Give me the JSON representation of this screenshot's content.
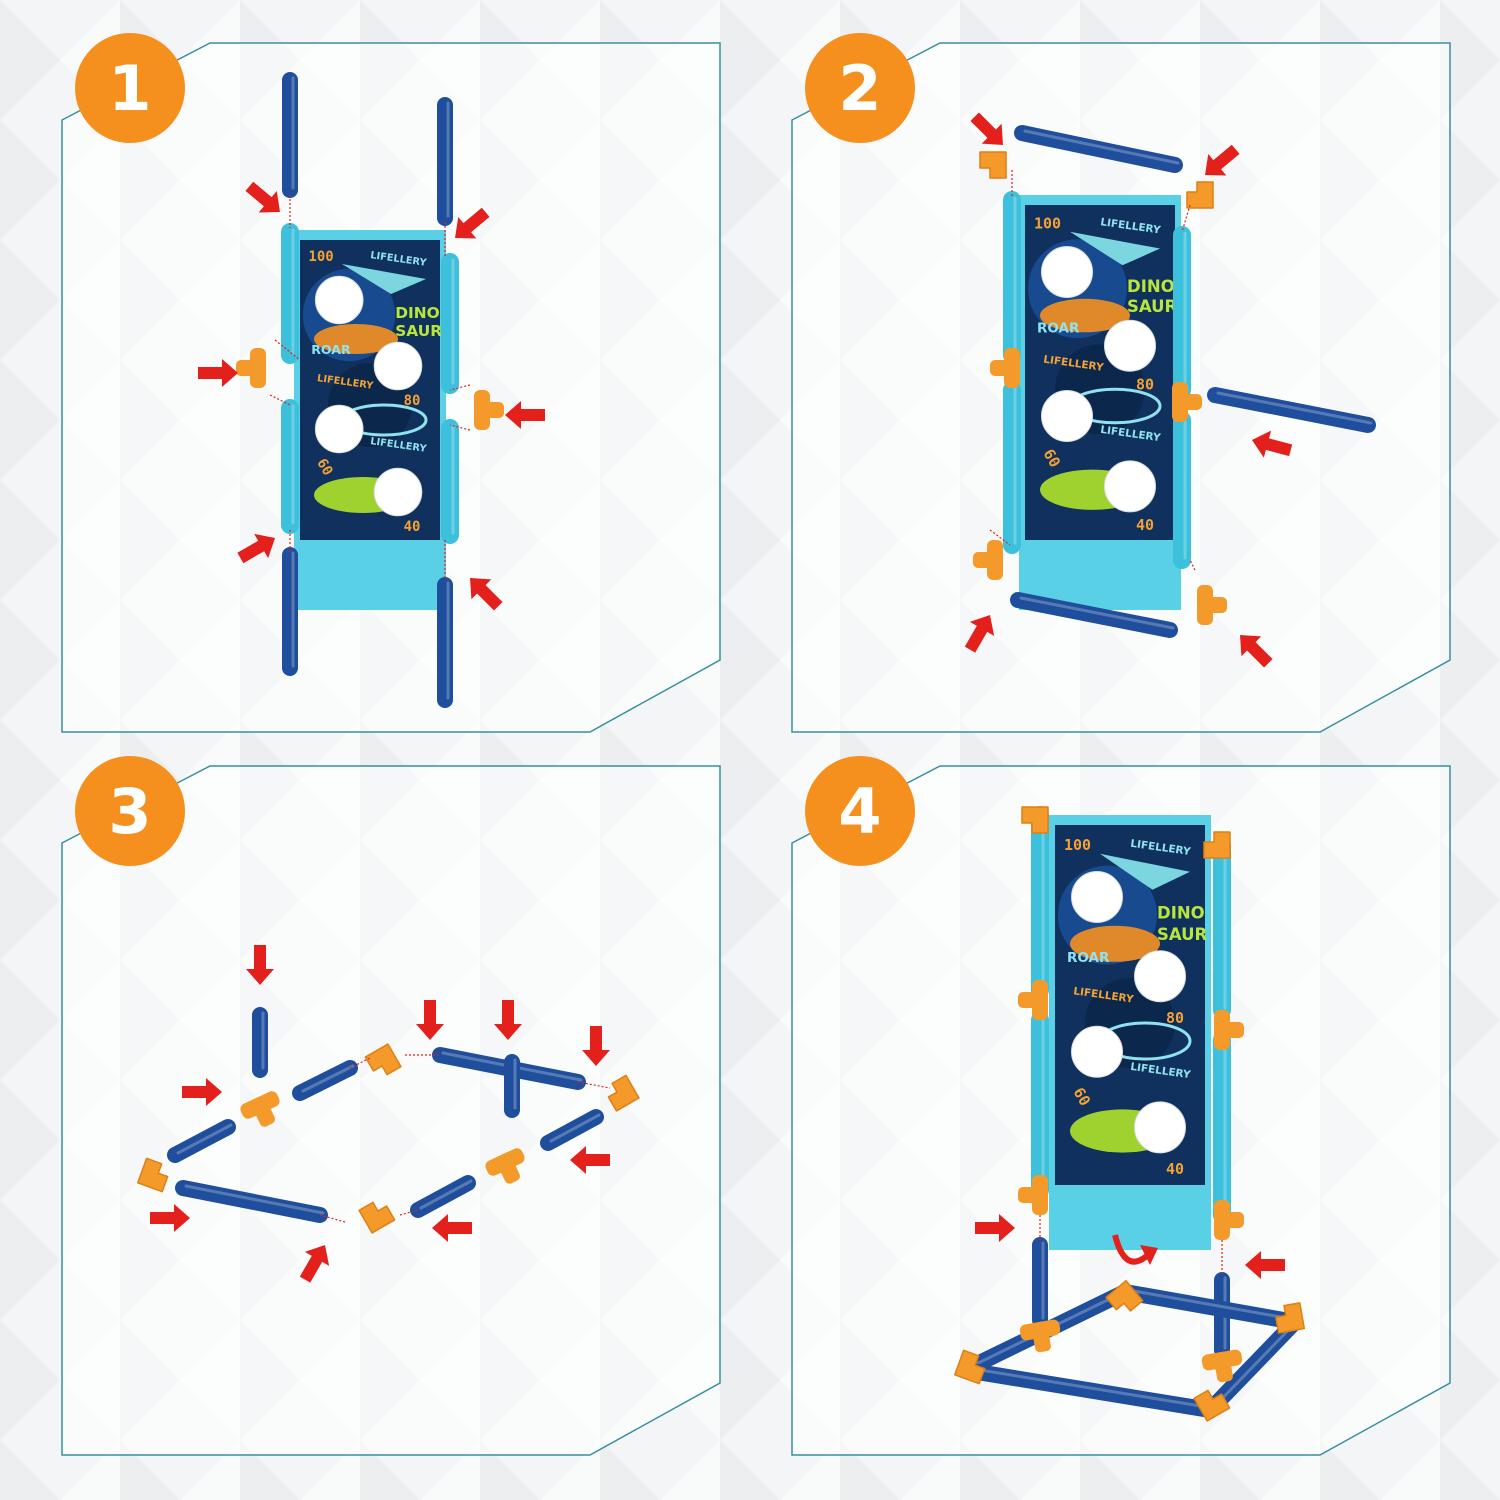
{
  "steps": [
    {
      "number": "1"
    },
    {
      "number": "2"
    },
    {
      "number": "3"
    },
    {
      "number": "4"
    }
  ],
  "banner": {
    "brand": "LIFELLERY",
    "title_line1": "DINO",
    "title_line2": "SAUR",
    "roar": "ROAR",
    "scores": [
      "100",
      "80",
      "60",
      "40"
    ]
  },
  "colors": {
    "badge": "#f5901e",
    "frame": "#3a8fa0",
    "pipe": "#1f4e9c",
    "connector": "#f39a2b",
    "arrow": "#e3201b",
    "banner_tube": "#3cc0dc",
    "banner_face": "#10305e"
  },
  "icons": {
    "step_arrow": "red-arrow-icon",
    "rotate_arrow": "curved-arrow-icon"
  }
}
